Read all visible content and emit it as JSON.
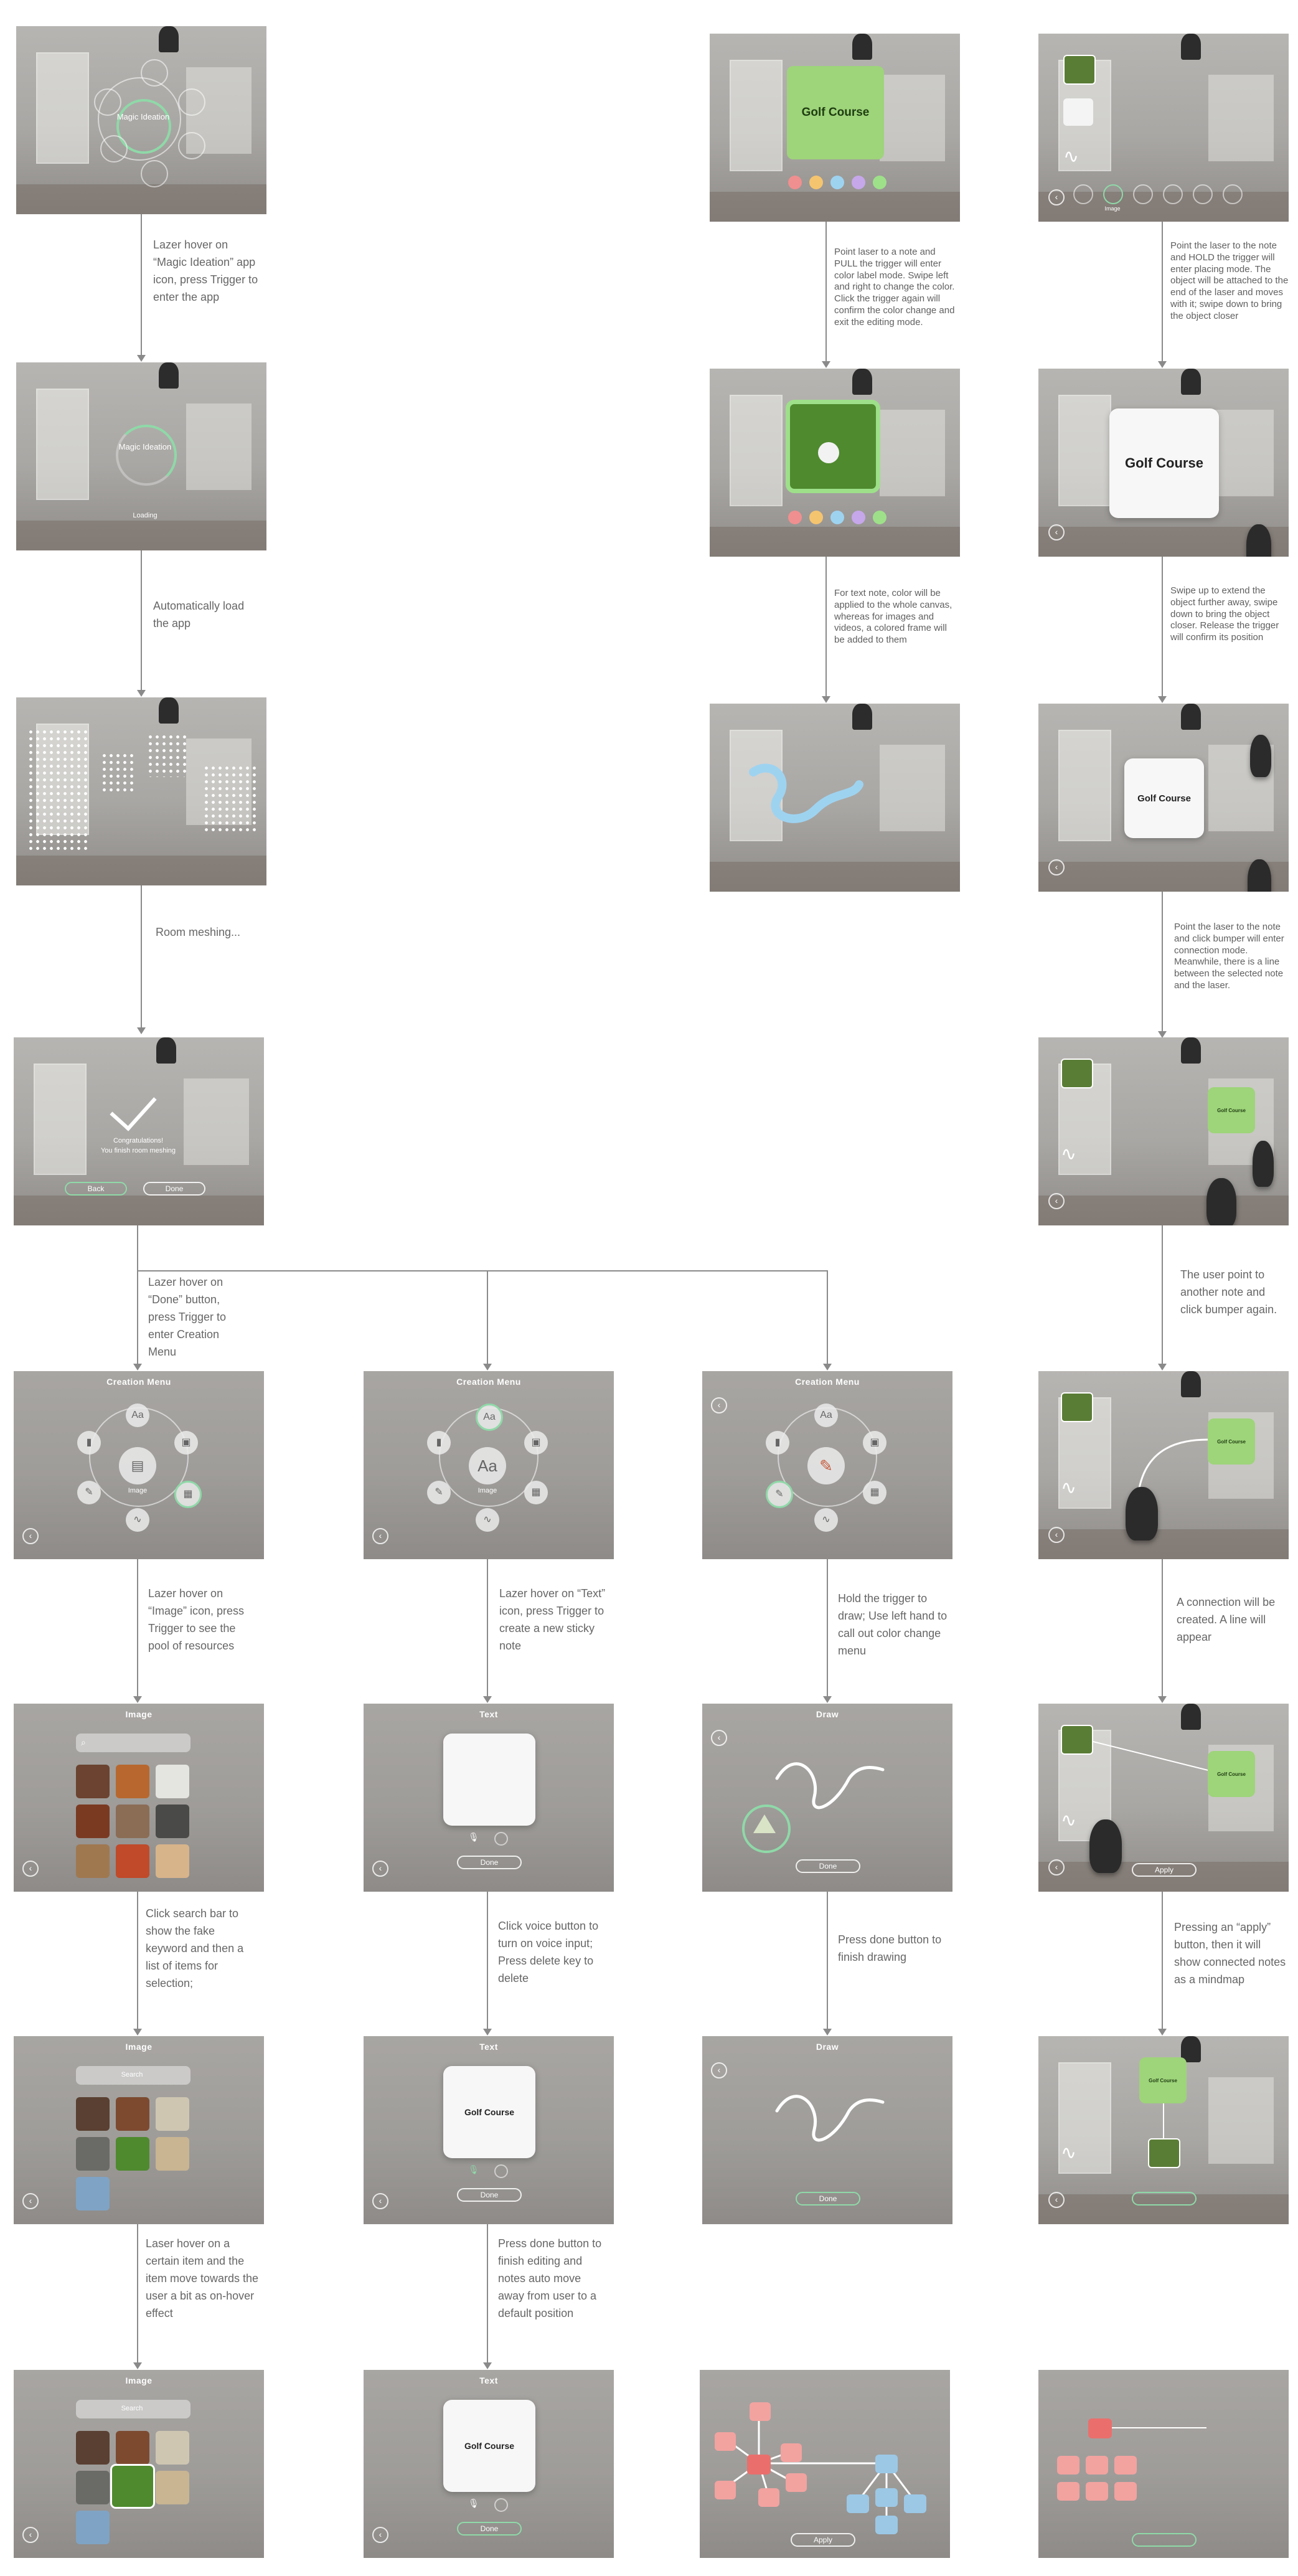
{
  "captions": {
    "c1": "Lazer hover on “Magic Ideation” app icon, press Trigger to enter the app",
    "c2": "Automatically load the app",
    "c3": "Room meshing...",
    "c4": "Lazer hover on “Done” button, press Trigger to enter Creation Menu",
    "c5": "Lazer hover on “Image” icon, press Trigger to see the pool of resources",
    "c6": "Click search bar to show the fake keyword and then a list of items for selection;",
    "c7": "Laser hover on a certain item and the item move towards the user a bit as on-hover effect",
    "c8": "Lazer hover on “Text” icon, press Trigger to create a new sticky note",
    "c9": "Click voice button to turn on voice input; Press delete key to delete",
    "c10": "Press done button to finish editing and notes auto move away from user to a default position",
    "c11": "Hold the trigger to draw; Use left hand to call out color change menu",
    "c12": "Press done button to finish drawing",
    "c13": "Point laser to a note and PULL the trigger will enter color label mode. Swipe left and right to change the color. Click the trigger again will confirm the color change and exit the editing mode.",
    "c14": "For text note, color will be applied to the whole canvas, whereas for images and videos, a colored frame will be added to them",
    "c15": "Point the laser to the note and HOLD the trigger will enter placing mode. The object will be attached to the end of the laser and moves with it; swipe down to bring the object closer",
    "c16": "Swipe up to extend the object further away, swipe down to bring the object closer. Release the trigger will confirm its position",
    "c17": "Point the laser to the note and click bumper will enter connection mode. Meanwhile, there is a line between the selected note and the laser.",
    "c18": "The user point to another note and click bumper again.",
    "c19": "A connection will be created. A line will appear",
    "c20": "Pressing an “apply” button, then it will show connected notes as a mindmap"
  },
  "screens": {
    "magic_ideation": "Magic Ideation",
    "loading": "Loading",
    "congrats_1": "Congratulations!",
    "congrats_2": "You finish room meshing",
    "back": "Back",
    "done": "Done",
    "creation_menu": "Creation Menu",
    "image": "Image",
    "text": "Text",
    "draw": "Draw",
    "search": "Search",
    "golf_course": "Golf Course",
    "apply": "Apply",
    "aa": "Aa"
  },
  "colors": {
    "background": "#ffffff",
    "connector": "#8a8a8a",
    "caption": "#666666",
    "note_green": "#9ed47a",
    "mindmap_red": "#f2a3a0",
    "mindmap_blue": "#9cc8e6",
    "accent_ring": "#8fd9a8"
  },
  "swatch_colors": [
    "#f08f8f",
    "#f5c46f",
    "#9ed3f0",
    "#c6a7ea",
    "#9ee08a"
  ]
}
